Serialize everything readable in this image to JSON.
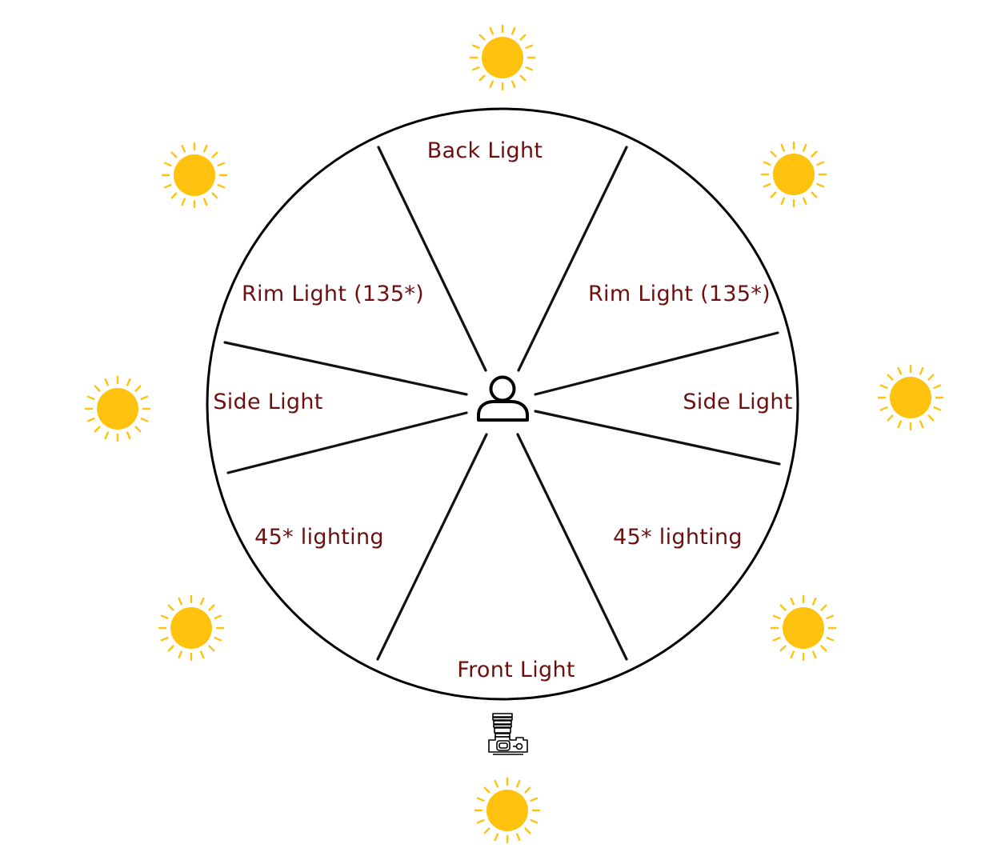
{
  "colors": {
    "background": "#ffffff",
    "circle_stroke": "#000000",
    "divider_stroke": "#111111",
    "label_text": "#6b0f0f",
    "sun_fill": "#ffc20e",
    "sun_rays": "#ffc20e",
    "icon_stroke": "#000000"
  },
  "labels": {
    "back": "Back Light",
    "rim_left": "Rim Light (135*)",
    "rim_right": "Rim Light (135*)",
    "side_left": "Side Light",
    "side_right": "Side Light",
    "fortyfive_left": "45* lighting",
    "fortyfive_right": "45* lighting",
    "front": "Front Light"
  },
  "icons": {
    "subject": "person-icon",
    "camera": "camera-icon",
    "light_source": "sun-icon"
  }
}
